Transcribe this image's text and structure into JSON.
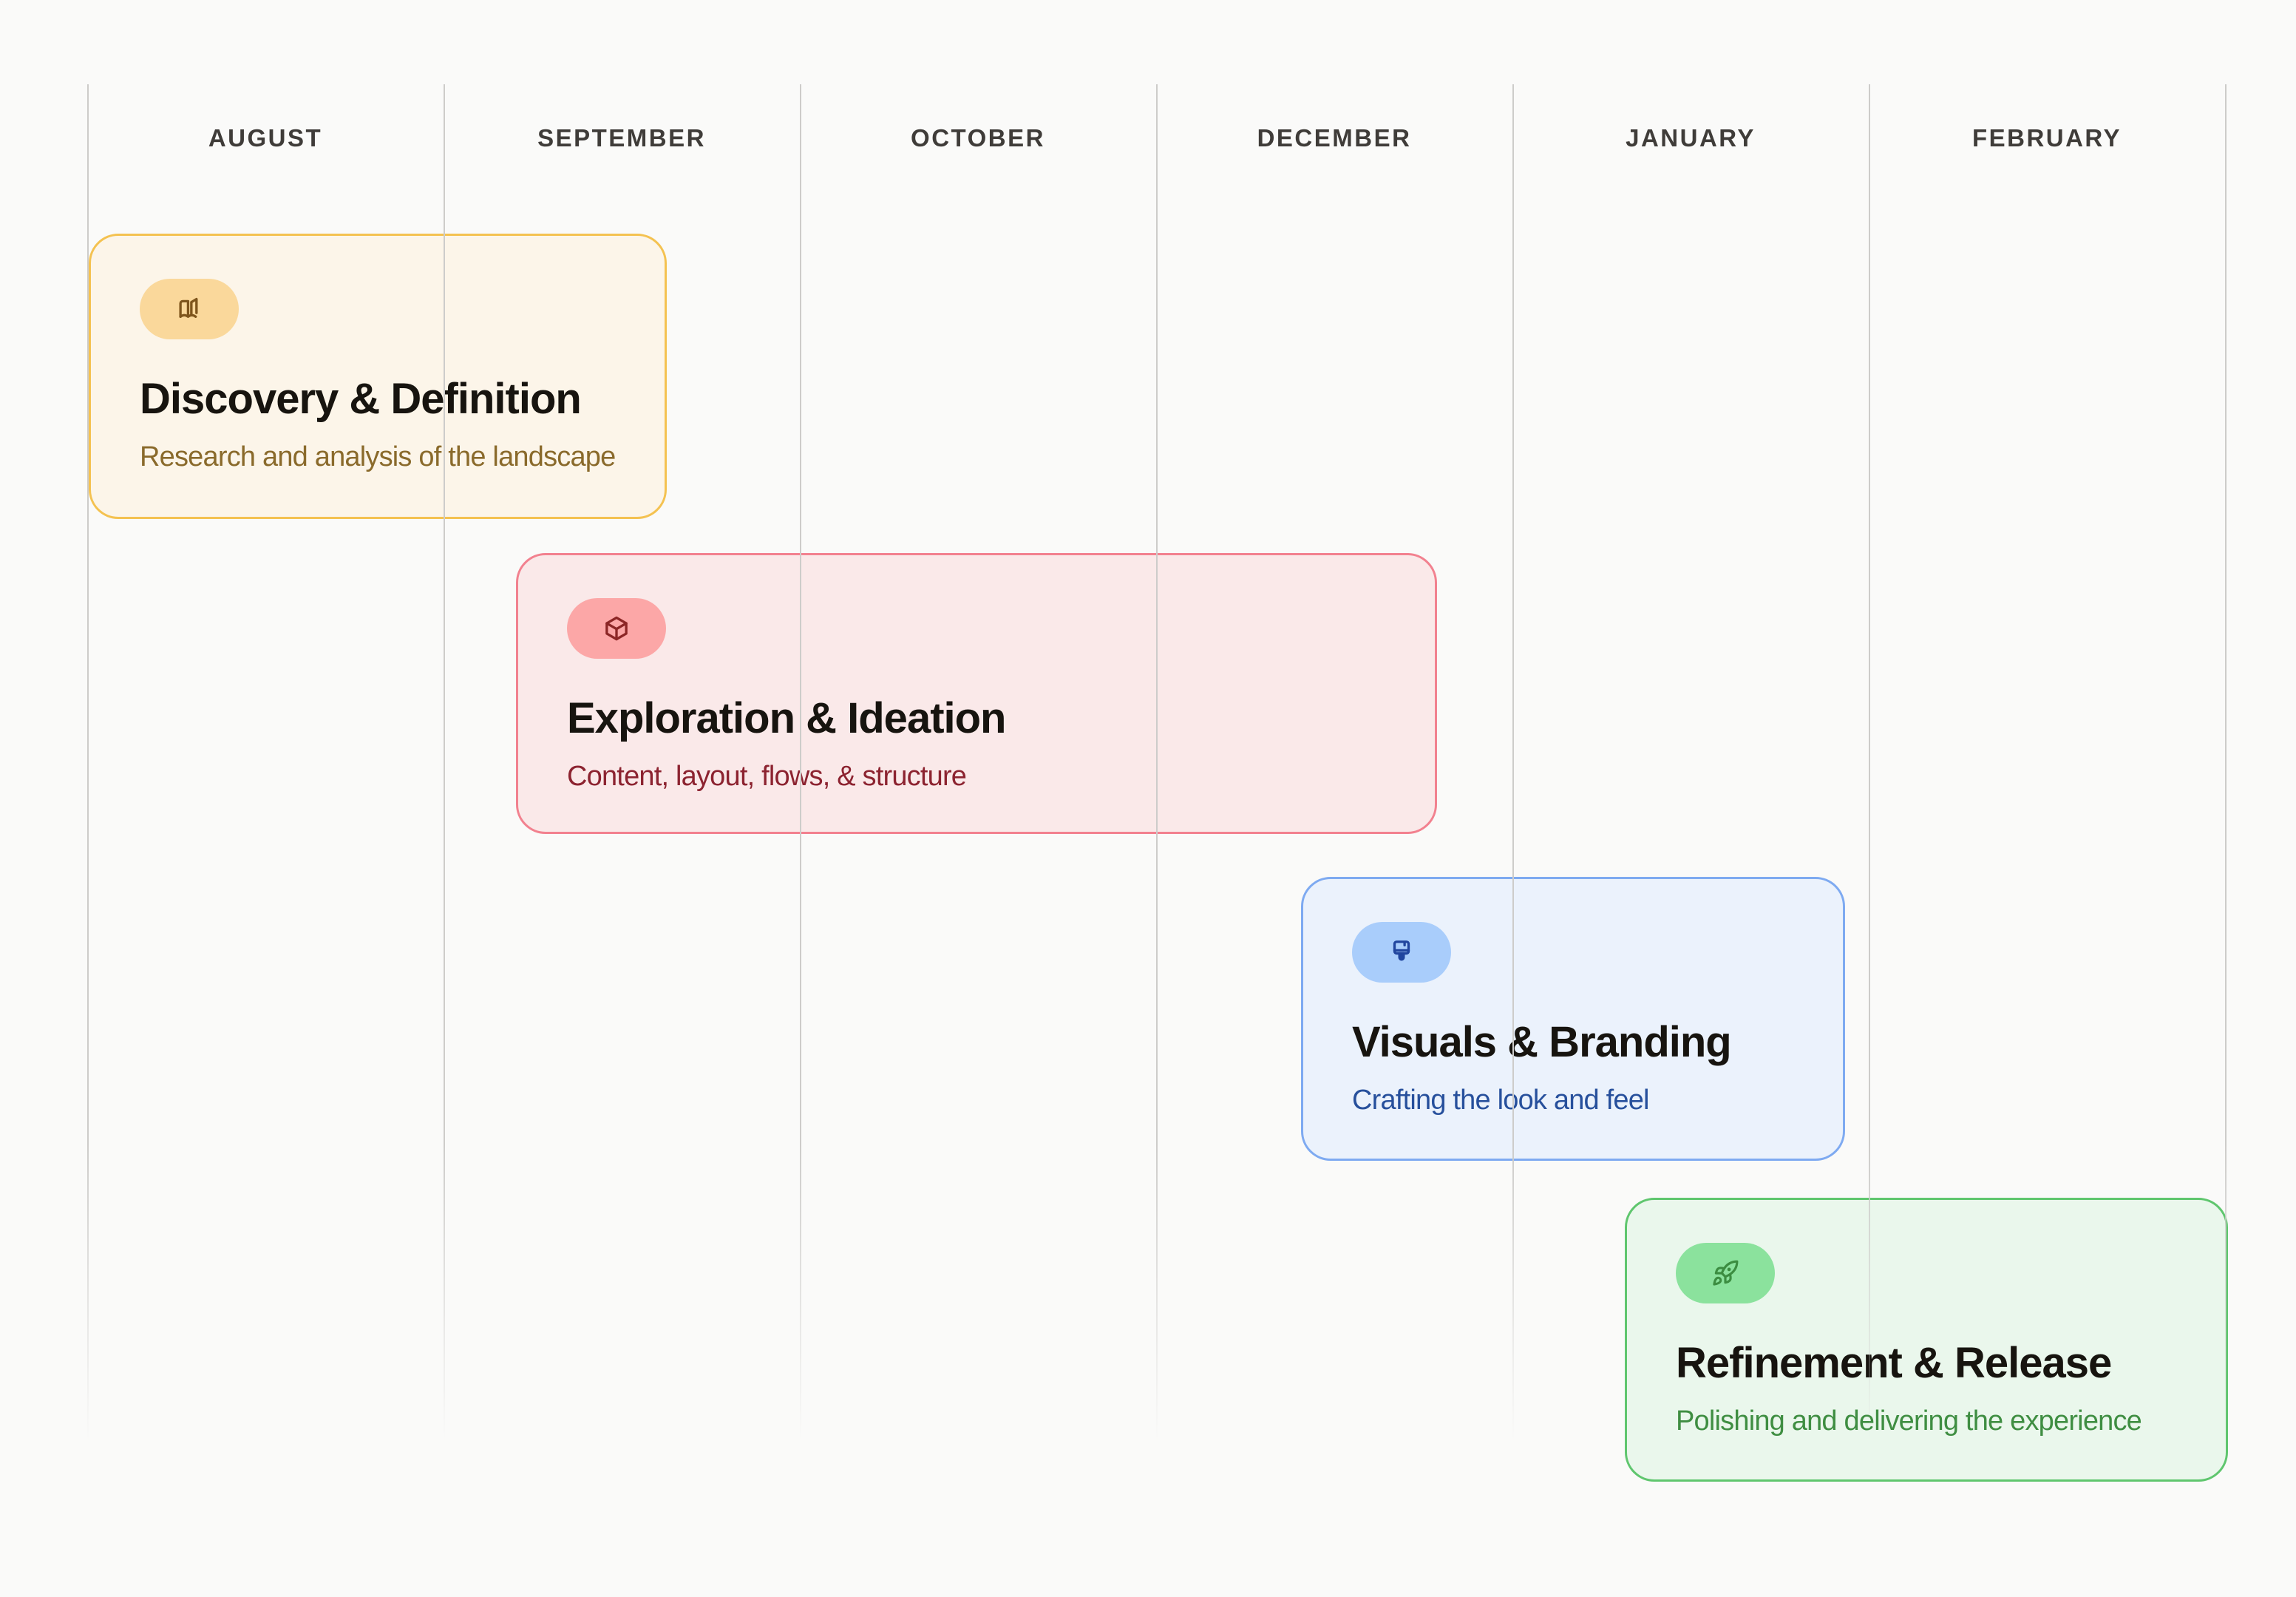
{
  "page": {
    "background": "#FAFAF9"
  },
  "timeline": {
    "months": [
      "AUGUST",
      "SEPTEMBER",
      "OCTOBER",
      "DECEMBER",
      "JANUARY",
      "FEBRUARY"
    ],
    "month_label_color": "#3F3C39",
    "gridline_color": "#CDCCCA"
  },
  "phases": [
    {
      "id": "discovery",
      "icon": "open-book-icon",
      "title": "Discovery & Definition",
      "subtitle": "Research and analysis of the landscape",
      "colors": {
        "background": "#FCF5E9",
        "border": "#F4C251",
        "icon_pill": "#FAD89B",
        "icon": "#7E551C",
        "title": "#17140F",
        "subtitle": "#8A6A2B"
      }
    },
    {
      "id": "exploration",
      "icon": "cube-icon",
      "title": "Exploration & Ideation",
      "subtitle": "Content, layout, flows, & structure",
      "colors": {
        "background": "#FAE9E9",
        "border": "#F2818F",
        "icon_pill": "#FCA7A7",
        "icon": "#8C2626",
        "title": "#17140F",
        "subtitle": "#8C2330"
      }
    },
    {
      "id": "visuals",
      "icon": "paintbrush-icon",
      "title": "Visuals & Branding",
      "subtitle": "Crafting the look and feel",
      "colors": {
        "background": "#EBF2FC",
        "border": "#7EAAF1",
        "icon_pill": "#A9CDFB",
        "icon": "#21459E",
        "title": "#17140F",
        "subtitle": "#27509C"
      }
    },
    {
      "id": "refinement",
      "icon": "rocket-icon",
      "title": "Refinement & Release",
      "subtitle": "Polishing and delivering the experience",
      "colors": {
        "background": "#EAF7EC",
        "border": "#5FC66E",
        "icon_pill": "#8BE29D",
        "icon": "#3C8D41",
        "title": "#17140F",
        "subtitle": "#3F8E42"
      }
    }
  ]
}
